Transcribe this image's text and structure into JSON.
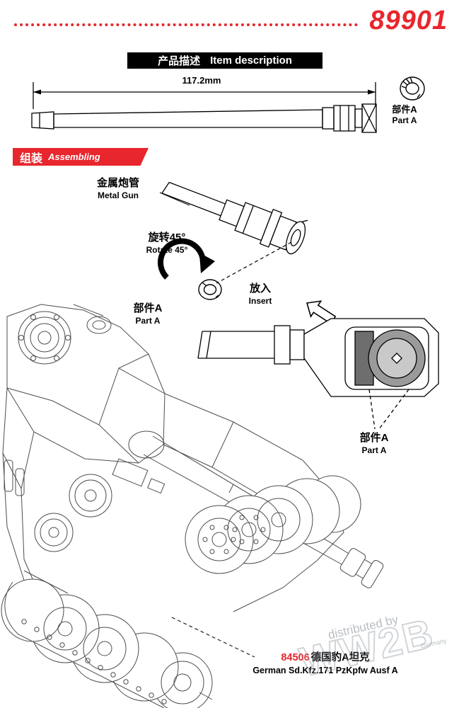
{
  "colors": {
    "accent_red": "#e8262d",
    "line_gray": "#4d4d4d"
  },
  "header": {
    "product_code": "89901",
    "section_cn": "产品描述",
    "section_en": "Item description"
  },
  "top_diagram": {
    "dimension": "117.2mm",
    "part_cn": "部件A",
    "part_en": "Part A"
  },
  "assembling": {
    "cn": "组装",
    "en": "Assembling"
  },
  "labels": {
    "metal_gun_cn": "金属炮管",
    "metal_gun_en": "Metal Gun",
    "rotate_cn": "旋转45°",
    "rotate_en": "Rotate 45°",
    "part_a_cn": "部件A",
    "part_a_en": "Part A",
    "insert_cn": "放入",
    "insert_en": "Insert",
    "part_a2_cn": "部件A",
    "part_a2_en": "Part A"
  },
  "footer": {
    "code": "84506",
    "name_cn": "德国豹A坦克",
    "name_en": "German Sd.Kfz.171 PzKpfw Ausf A"
  },
  "watermark": {
    "distributed": "distributed by",
    "logo": "WW2B",
    "country": "Germany"
  }
}
